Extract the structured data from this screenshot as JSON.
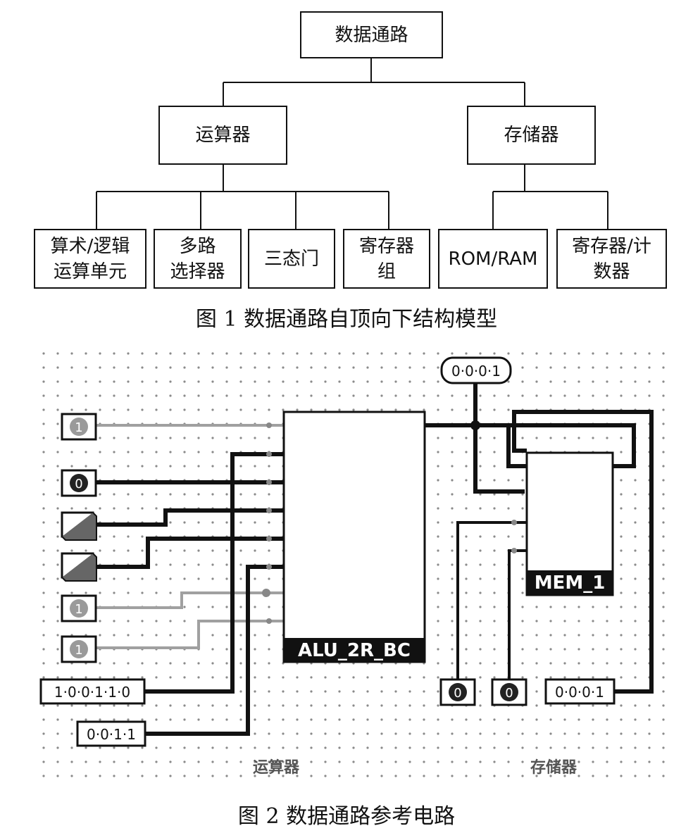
{
  "figure1": {
    "nodes": {
      "root": "数据通路",
      "alu_group": "运算器",
      "mem_group": "存储器",
      "alu_unit": "算术/逻辑\n运算单元",
      "mux": "多路\n选择器",
      "tristate": "三态门",
      "regfile": "寄存器\n组",
      "romram": "ROM/RAM",
      "regcounter": "寄存器/计\n数器"
    },
    "caption": "图 1  数据通路自顶向下结构模型"
  },
  "figure2": {
    "pins": [
      "1",
      "0",
      "",
      "",
      "1",
      "1"
    ],
    "bus_inputs": [
      "1·0·0·1·1·0",
      "0·0·1·1"
    ],
    "probe_top": "0·0·0·1",
    "alu_label": "ALU_2R_BC",
    "mem_label": "MEM_1",
    "mem_inputs": [
      "0",
      "0"
    ],
    "mem_bus_input": "0·0·0·1",
    "section_labels": [
      "运算器",
      "存储器"
    ],
    "caption": "图 2  数据通路参考电路"
  }
}
